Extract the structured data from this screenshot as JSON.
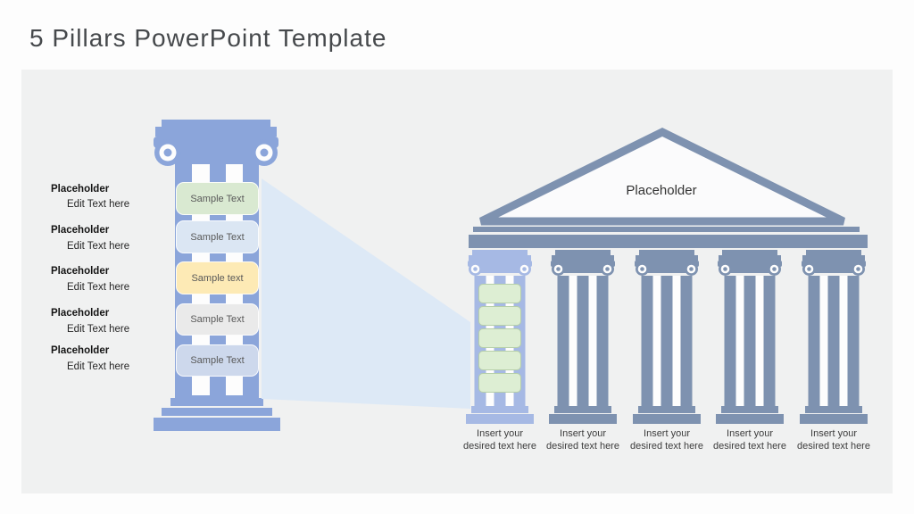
{
  "slide": {
    "title": "5 Pillars PowerPoint Template"
  },
  "pillar_list": {
    "items": [
      {
        "heading": "Placeholder",
        "subtext": "Edit Text here",
        "box_label": "Sample Text",
        "box_color": "#d9e9d1"
      },
      {
        "heading": "Placeholder",
        "subtext": "Edit Text here",
        "box_label": "Sample Text",
        "box_color": "#dbe6f3"
      },
      {
        "heading": "Placeholder",
        "subtext": "Edit Text here",
        "box_label": "Sample text",
        "box_color": "#fdeab5"
      },
      {
        "heading": "Placeholder",
        "subtext": "Edit Text here",
        "box_label": "Sample Text",
        "box_color": "#eaeaea"
      },
      {
        "heading": "Placeholder",
        "subtext": "Edit Text here",
        "box_label": "Sample Text",
        "box_color": "#cdd8ec"
      }
    ]
  },
  "temple": {
    "pediment_label": "Placeholder",
    "column_labels": [
      {
        "line1": "Insert your",
        "line2": "desired text here"
      },
      {
        "line1": "Insert your",
        "line2": "desired text here"
      },
      {
        "line1": "Insert your",
        "line2": "desired text here"
      },
      {
        "line1": "Insert your",
        "line2": "desired text here"
      },
      {
        "line1": "Insert your",
        "line2": "desired text here"
      }
    ]
  },
  "colors": {
    "pillar_blue": "#8ba5da",
    "temple_slate": "#7e92b0",
    "temple_accent_blue": "#a6b9e4",
    "beam_blue": "#dde9f6",
    "mini_box_green": "#ddeed3",
    "slide_background": "#f0f1f1",
    "title_text": "#46494c"
  }
}
